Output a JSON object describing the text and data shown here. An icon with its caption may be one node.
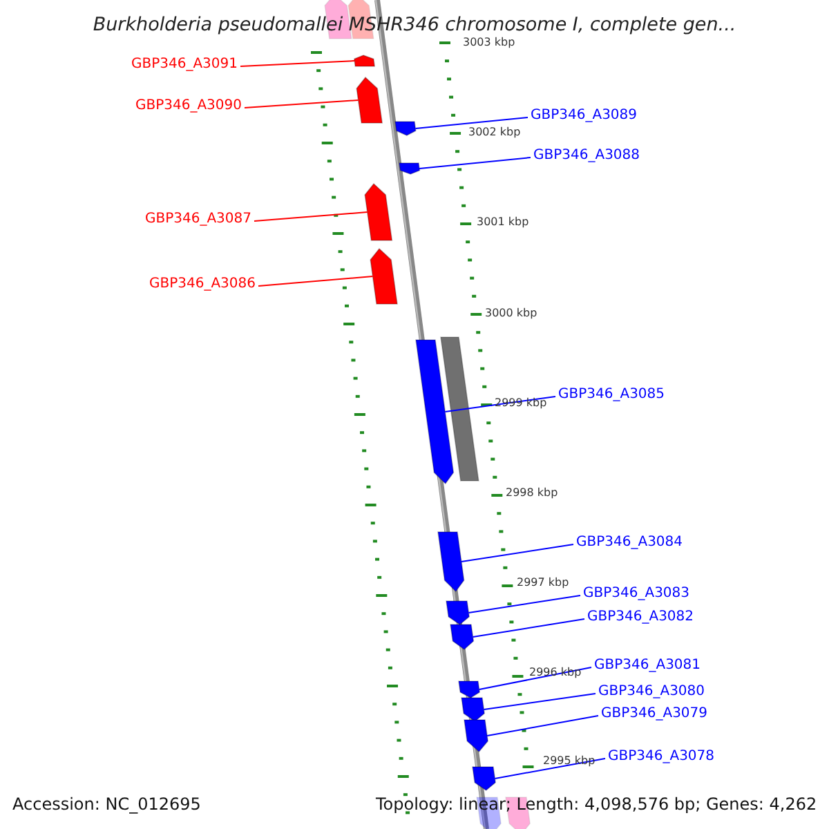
{
  "diagram": {
    "title": "Burkholderia pseudomallei MSHR346 chromosome I, complete gen...",
    "nodes": [
      {
        "text": [
          "GBP346_A3091"
        ]
      },
      {
        "text": [
          "GBP346_A3090"
        ]
      },
      {
        "text": [
          "GBP346_A3089"
        ]
      },
      {
        "text": [
          "GBP346_A3088"
        ]
      },
      {
        "text": [
          "GBP346_A3087"
        ]
      },
      {
        "text": [
          "GBP346_A3086"
        ]
      },
      {
        "text": [
          "GBP346_A3085"
        ]
      },
      {
        "text": [
          "GBP346_A3084"
        ]
      },
      {
        "text": [
          "GBP346_A3083"
        ]
      },
      {
        "text": [
          "GBP346_A3082"
        ]
      },
      {
        "text": [
          "GBP346_A3081"
        ]
      },
      {
        "text": [
          "GBP346_A3080"
        ]
      },
      {
        "text": [
          "GBP346_A3079"
        ]
      },
      {
        "text": [
          "GBP346_A3078"
        ]
      },
      {
        "text": [],
        "shape": "bar"
      },
      {
        "text": [],
        "shape": "bar"
      },
      {
        "text": [],
        "shape": "bar"
      },
      {
        "text": [],
        "shape": "bar"
      },
      {
        "text": [],
        "shape": "bar"
      },
      {
        "text": [],
        "shape": "bar"
      },
      {
        "text": [],
        "shape": "bar"
      },
      {
        "text": [],
        "shape": "bar"
      },
      {
        "text": [],
        "shape": "bar"
      },
      {
        "text": [],
        "shape": "bar"
      },
      {
        "text": [],
        "shape": "bar"
      },
      {
        "text": [],
        "shape": "bar"
      },
      {
        "text": [],
        "shape": "bar"
      },
      {
        "text": [],
        "shape": "bar"
      },
      {
        "text": [],
        "shape": "bar"
      },
      {
        "text": [],
        "shape": "bar"
      },
      {
        "text": [],
        "shape": "bar"
      },
      {
        "text": [],
        "shape": "bar"
      },
      {
        "text": [],
        "shape": "bar"
      }
    ],
    "edges": [
      {
        "from": 0,
        "to": 16,
        "arrow": "none",
        "color": "#ff0000"
      },
      {
        "from": 1,
        "to": 17,
        "arrow": "none",
        "color": "#ff0000"
      },
      {
        "from": 2,
        "to": 18,
        "arrow": "none"
      },
      {
        "from": 3,
        "to": 19,
        "arrow": "none"
      },
      {
        "from": 4,
        "to": 20,
        "arrow": "none",
        "color": "#ff0000"
      },
      {
        "from": 5,
        "to": 21,
        "arrow": "none",
        "color": "#ff0000"
      },
      {
        "from": 6,
        "to": 23,
        "arrow": "none"
      },
      {
        "from": 7,
        "to": 24,
        "arrow": "none"
      },
      {
        "from": 8,
        "to": 25,
        "arrow": "none"
      },
      {
        "from": 9,
        "to": 26,
        "arrow": "none"
      },
      {
        "from": 10,
        "to": 27,
        "arrow": "none"
      },
      {
        "from": 11,
        "to": 28,
        "arrow": "none"
      },
      {
        "from": 12,
        "to": 29,
        "arrow": "none"
      },
      {
        "from": 13,
        "to": 30,
        "arrow": "none"
      }
    ],
    "labels": [
      "3003 kbp",
      "3002 kbp",
      "3001 kbp",
      "3000 kbp",
      "2999 kbp",
      "2998 kbp",
      "2997 kbp",
      "2996 kbp",
      "2995 kbp",
      "Accession: NC_012695",
      "Topology: linear; Length: 4,098,576 bp; Genes: 4,262"
    ]
  }
}
